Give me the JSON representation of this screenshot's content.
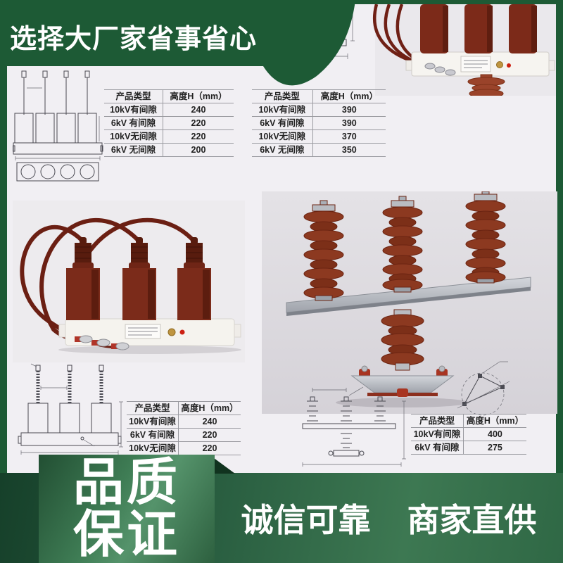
{
  "header": {
    "title": "选择大厂家省事省心"
  },
  "tables": [
    {
      "id": "spec-table-top-left",
      "headers": [
        "产品类型",
        "高度H（mm）"
      ],
      "rows": [
        [
          "10kV有间隙",
          "240"
        ],
        [
          "6kV 有间隙",
          "220"
        ],
        [
          "10kV无间隙",
          "220"
        ],
        [
          "6kV 无间隙",
          "200"
        ]
      ]
    },
    {
      "id": "spec-table-top-right",
      "headers": [
        "产品类型",
        "高度H（mm）"
      ],
      "rows": [
        [
          "10kV有间隙",
          "390"
        ],
        [
          "6kV 有间隙",
          "390"
        ],
        [
          "10kV无间隙",
          "370"
        ],
        [
          "6kV 无间隙",
          "350"
        ]
      ]
    },
    {
      "id": "spec-table-bottom-left",
      "headers": [
        "产品类型",
        "高度H（mm）"
      ],
      "rows": [
        [
          "10kV有间隙",
          "240"
        ],
        [
          "6kV 有间隙",
          "220"
        ],
        [
          "10kV无间隙",
          "220"
        ]
      ]
    },
    {
      "id": "spec-table-bottom-right",
      "headers": [
        "产品类型",
        "高度H（mm）"
      ],
      "rows": [
        [
          "10kV有间隙",
          "400"
        ],
        [
          "6kV 有间隙",
          "275"
        ]
      ]
    }
  ],
  "banner": {
    "quality_badge": {
      "line1": "品质",
      "line2": "保证"
    },
    "slogan": {
      "left": "诚信可靠",
      "right": "商家直供"
    }
  },
  "figures": {
    "top_left": "four-column-protector-outline-drawing",
    "top_center": "mounted-arrester-outline-drawing",
    "top_right": "three-phase-overvoltage-protector-photo",
    "middle_left": "overvoltage-protector-with-cables-photo",
    "middle_right": "three-arresters-on-crossarm-photo",
    "bottom_left": "three-column-protector-outline-drawing",
    "bottom_center": "crossarm-arrester-outline-drawing",
    "bottom_right": "triangle-mounting-pattern-drawing"
  },
  "colors": {
    "brand-green": "#1d5a35",
    "banner-dark-green": "#16402a",
    "banner-light-green": "#3d7852",
    "badge-green": "#4c8a61",
    "product-red-brown": "#7c2a19",
    "arrester-red": "#8c3920",
    "metal-silver": "#b9bcc2",
    "content-bg": "#f1eff3",
    "table-line": "#9a9aa0",
    "text-dark": "#222222"
  }
}
